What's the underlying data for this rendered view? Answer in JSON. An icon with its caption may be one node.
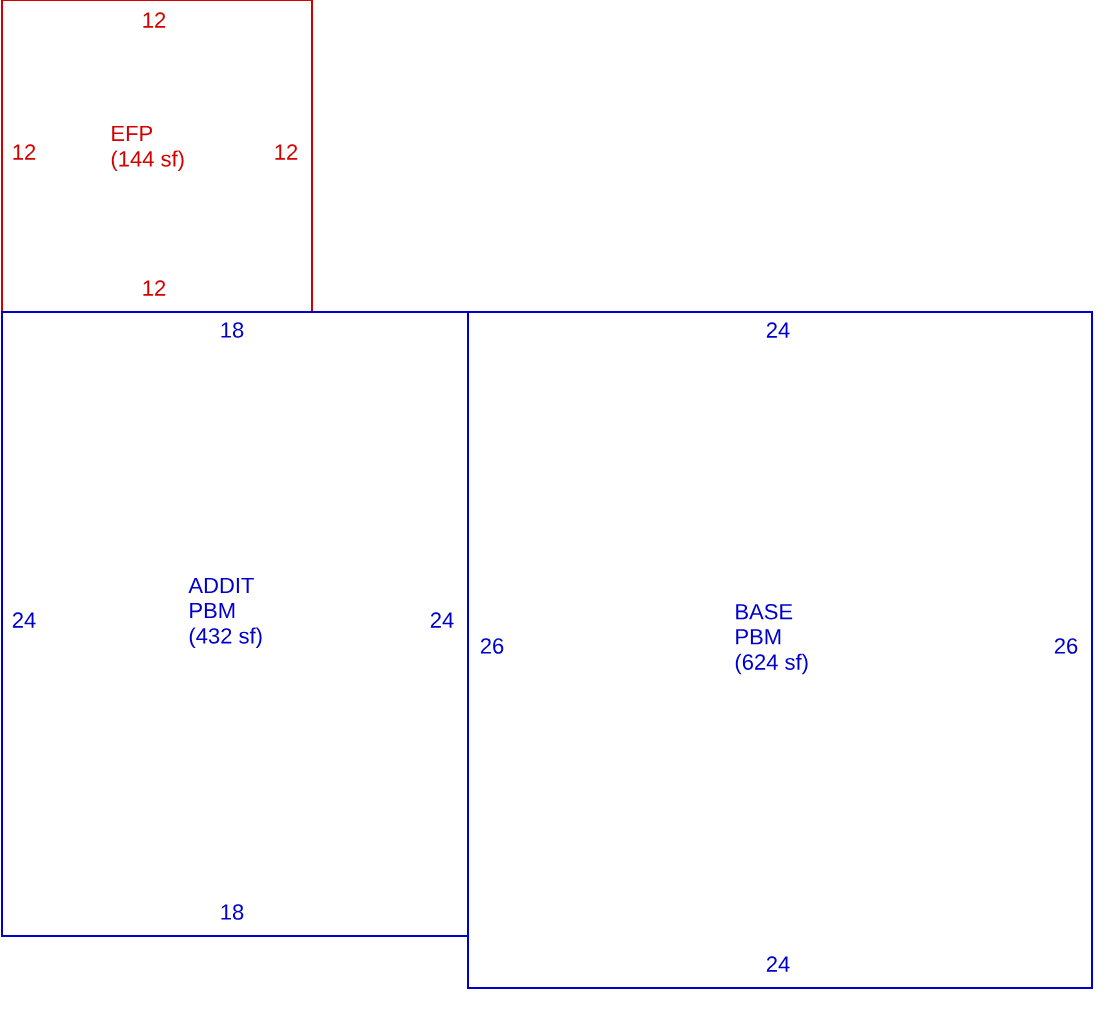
{
  "diagram": {
    "nodes": [
      {
        "text": [
          "EFP",
          "(144 sf)"
        ]
      },
      {
        "text": [
          "ADDIT PBM",
          "(432 sf)"
        ]
      },
      {
        "text": [
          "BASE PBM",
          "(624 sf)"
        ]
      }
    ],
    "labels": [
      "12",
      "12",
      "12",
      "12",
      "18",
      "24",
      "24",
      "18",
      "24",
      "26",
      "26",
      "24"
    ]
  }
}
